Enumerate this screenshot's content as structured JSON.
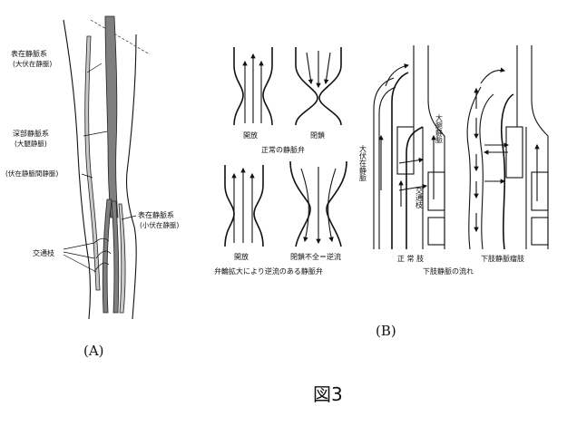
{
  "panel_a": {
    "label": "(A)",
    "labels": {
      "superficial_system": "表在静脈系",
      "great_saphenous": "(大伏在静脈)",
      "deep_system": "深部静脈系",
      "femoral_vein": "(大腿静脈)",
      "intersaphenous": "(伏在静脈間静脈)",
      "superficial_system_2": "表在静脈系",
      "small_saphenous": "(小伏在静脈)",
      "perforator": "交通枝"
    }
  },
  "panel_b": {
    "label": "(B)",
    "valves": {
      "open_1": "開放",
      "closed": "閉鎖",
      "normal_caption": "正常の静脈弁",
      "open_2": "開放",
      "incompetent": "閉鎖不全＝逆流",
      "dilated_caption": "弁輪拡大により逆流のある静脈弁"
    },
    "flow": {
      "great_saphenous_vertical": "大伏在静脈",
      "femoral_vertical": "大腿静脈",
      "perforator_vertical": "交通枝",
      "normal_limb": "正 常 肢",
      "varicose_limb": "下肢静脈瘤肢",
      "caption": "下肢静脈の流れ"
    }
  },
  "figure_caption": "図3"
}
